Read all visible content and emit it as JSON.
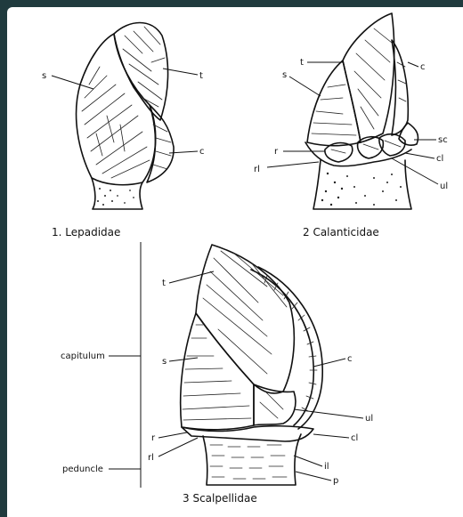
{
  "figure_1": {
    "caption": "1.  Lepadidae",
    "labels": {
      "s": "s",
      "t": "t",
      "c": "c"
    }
  },
  "figure_2": {
    "caption": "2  Calanticidae",
    "labels": {
      "t": "t",
      "s": "s",
      "c": "c",
      "sc": "sc",
      "r": "r",
      "rl": "rl",
      "cl": "cl",
      "ul": "ul"
    }
  },
  "figure_3": {
    "caption": "3  Scalpellidae",
    "labels": {
      "t": "t",
      "s": "s",
      "c": "c",
      "ul": "ul",
      "r": "r",
      "cl": "cl",
      "rl": "rl",
      "il": "il",
      "p": "p"
    },
    "regions": {
      "capitulum": "capitulum",
      "peduncle": "peduncle"
    }
  }
}
